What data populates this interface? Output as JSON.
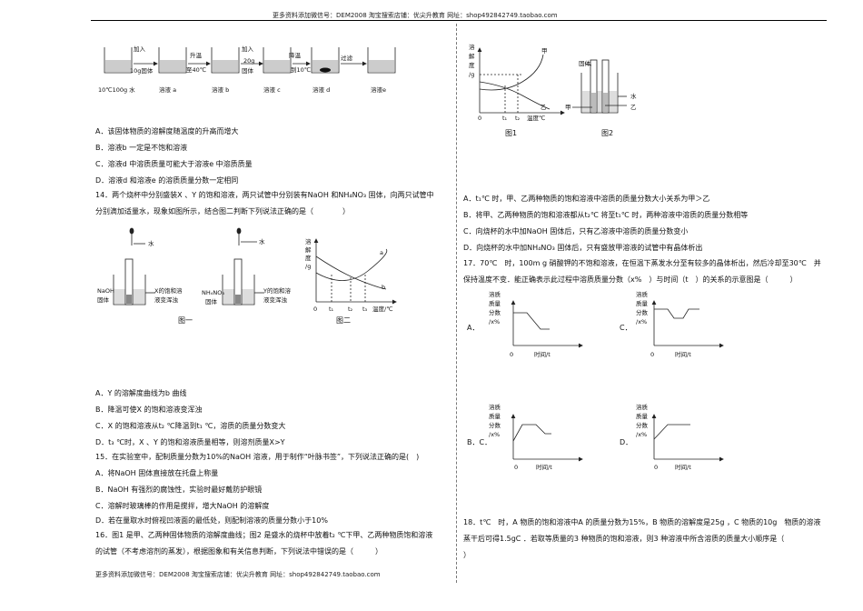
{
  "header_text": "更多资料添加微信号：DEM2008 淘宝搜索店铺：优尖升教育 网址：shop492842749.taobao.com",
  "footer_text": "更多资料添加微信号：DEM2008 淘宝搜索店铺：优尖升教育 网址：shop492842749.taobao.com",
  "left": {
    "process": {
      "arrows": [
        "加入",
        "10g固体",
        "升温",
        "至40℃",
        "加入",
        "20g",
        "固体",
        "降温",
        "到10℃",
        "过滤"
      ],
      "labels": [
        "10℃100g 水",
        "溶液 a",
        "溶液 b",
        "溶液 c",
        "溶液 d",
        "溶液e"
      ]
    },
    "q13_options": [
      "A．该固体物质的溶解度随温度的升高而增大",
      "B．溶液b 一定是不饱和溶液",
      "C．溶液d 中溶质质量可能大于溶液e 中溶质质量",
      "D．溶液d 和溶液e 的溶质质量分数一定相同"
    ],
    "q14_line1": "14．两个烧杯中分别盛装X 、Y 的饱和溶液，两只试管中分别装有NaOH 和NH₄NO₃ 固体，向两只试管中",
    "q14_line2": "分别滴加适量水，现象如图所示，结合图二判断下列说法正确的是（　　　　）",
    "fig1": {
      "water1": "水",
      "water2": "水",
      "naoh": [
        "NaOH",
        "固体"
      ],
      "x_label": [
        "X的饱和溶",
        "液变浑浊"
      ],
      "nh4no3": "NH₄NO₃",
      "nh4_solid": "固体",
      "y_label": [
        "Y的饱和溶",
        "液变浑浊"
      ],
      "caption": "图一"
    },
    "fig2": {
      "ylabel": [
        "溶",
        "解",
        "度",
        "/g"
      ],
      "curve_a": "a",
      "curve_b": "b",
      "ticks": [
        "0",
        "t₁",
        "t₂",
        "t₃"
      ],
      "xlabel": "温度/℃",
      "caption": "图二"
    },
    "q14_options": [
      "A．Y 的溶解度曲线为b 曲线",
      "B．降温可使X 的饱和溶液变浑浊",
      "C．X 的饱和溶液从t₂ ℃降温到t₁ ℃，溶质的质量分数变大",
      "D．t₃ ℃时，X 、Y 的饱和溶液质量相等，则溶剂质量X>Y"
    ],
    "q15": "15．在实验室中，配制质量分数为10%的NaOH 溶液，用于制作“叶脉书签”，下列说法正确的是(　)",
    "q15_options": [
      "A．将NaOH 固体直接放在托盘上称量",
      "B．NaOH 有强烈的腐蚀性，实验时最好戴防护眼镜",
      "C．溶解时玻璃棒的作用是搅拌，增大NaOH 的溶解度",
      "D．若在量取水时俯视凹液面的最低处，则配制溶液的质量分数小于10%"
    ],
    "q16_line1": "16．图1 是甲、乙两种固体物质的溶解度曲线；图2 是盛水的烧杯中放着t₂ ℃下甲、乙两种物质饱和溶液",
    "q16_line2": "的试管（不考虑溶剂的蒸发），根据图象和有关信息判断，下列说法中错误的是（　　　）"
  },
  "right": {
    "fig_a": {
      "ylabel": [
        "溶",
        "解",
        "度",
        "/g"
      ],
      "jia": "甲",
      "yi": "乙",
      "ticks": [
        "0",
        "t₁",
        "t₂"
      ],
      "xlabel": "温度℃",
      "caption": "图1"
    },
    "fig_b": {
      "solid": "固体",
      "water": "水",
      "jia": "甲",
      "yi": "乙",
      "caption": "图2"
    },
    "q16_options": [
      "A．t₁℃ 时，甲、乙两种物质的饱和溶液中溶质的质量分数大小关系为甲＞乙",
      "B．将甲、乙两种物质的饱和溶液都从t₂℃ 将至t₁℃ 时，两种溶液中溶质的质量分数相等",
      "C．向烧杯的水中加NaOH 固体后，只有乙溶液中溶质的质量分数变小",
      "D．向烧杯的水中加NH₄NO₃ 固体后，只有盛放甲溶液的试管中有晶体析出"
    ],
    "q17_line1": "17．70℃　时，100m g 硝酸钾的不饱和溶液，在恒温下蒸发水分至有较多的晶体析出，然后冷却至30℃　并",
    "q17_line2": "保持温度不变．能正确表示此过程中溶质质量分数（x%　）与时间（t　）的关系的示意图是（　　　）",
    "graphs": [
      {
        "opt": "A．",
        "ylabel": [
          "溶质",
          "质量",
          "分数",
          "/x%"
        ],
        "origin": "0",
        "xlabel": "时间/t"
      },
      {
        "opt": "C．",
        "ylabel": [
          "溶质",
          "质量",
          "分数",
          "/x%"
        ],
        "origin": "0",
        "xlabel": "时间/t"
      },
      {
        "opt": "B．C．",
        "ylabel": [
          "溶质",
          "质量",
          "分数",
          "/x%"
        ],
        "origin": "0",
        "xlabel": "时间/t"
      },
      {
        "opt": "D．",
        "ylabel": [
          "溶质",
          "质量",
          "分数",
          "/x%"
        ],
        "origin": "0",
        "xlabel": "时间/t"
      }
    ],
    "q18_line1": "18．t℃　时，A 物质的饱和溶液中A 的质量分数为15%，B 物质的溶解度是25g ，C 物质的10g　物质的溶液",
    "q18_line2": "蒸干后可得1.5gC ．若取等质量的3 种物质的饱和溶液，则3 种溶液中所含溶质的质量大小顺序是（",
    "q18_line3": "）"
  }
}
